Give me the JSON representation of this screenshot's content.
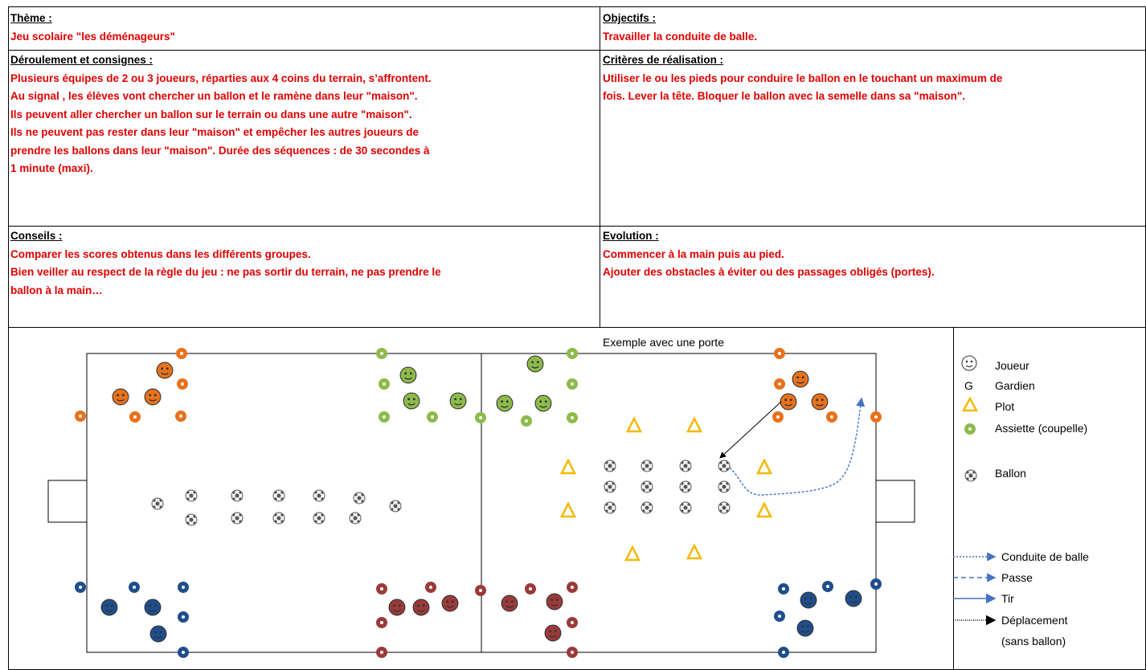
{
  "theme": {
    "heading": "Thème :",
    "text": "Jeu scolaire \"les déménageurs\""
  },
  "objectifs": {
    "heading": "Objectifs :",
    "text": "Travailler la conduite de balle."
  },
  "deroulement": {
    "heading": "Déroulement et consignes :",
    "lines": [
      "Plusieurs équipes de 2 ou 3 joueurs, réparties aux 4 coins du terrain, s’affrontent.",
      "Au signal , les élèves vont chercher un ballon et le ramène dans leur \"maison\".",
      "Ils peuvent aller chercher un ballon sur le terrain ou dans une autre \"maison\".",
      "Ils ne peuvent pas rester dans leur \"maison\" et empêcher les autres joueurs de",
      "prendre les ballons dans leur \"maison\". Durée des séquences : de 30 secondes à",
      "1 minute (maxi)."
    ]
  },
  "criteres": {
    "heading": "Critères de réalisation :",
    "lines": [
      "Utiliser le ou les pieds pour conduire le ballon en le touchant un maximum de",
      "fois. Lever la tête. Bloquer le ballon avec la semelle dans sa \"maison\"."
    ]
  },
  "conseils": {
    "heading": "Conseils :",
    "lines": [
      "Comparer les scores obtenus dans les différents groupes.",
      "Bien veiller au respect de la règle du jeu : ne pas sortir du terrain, ne pas prendre le",
      "ballon à la main…"
    ]
  },
  "evolution": {
    "heading": "Evolution :",
    "lines": [
      "Commencer à la main puis au pied.",
      "Ajouter des obstacles à éviter ou des passages obligés (portes)."
    ]
  },
  "diagram": {
    "caption": "Exemple avec une porte"
  },
  "legend": {
    "joueur": "Joueur",
    "gardien_symbol": "G",
    "gardien": "Gardien",
    "plot": "Plot",
    "assiette": "Assiette (coupelle)",
    "ballon": "Ballon",
    "conduite": "Conduite de balle",
    "passe": "Passe",
    "tir": "Tir",
    "deplacement": "Déplacement",
    "deplacement_sub": "(sans ballon)"
  },
  "colors": {
    "red_text": "#e00000",
    "orange": "#e8721c",
    "green": "#8dbb4a",
    "blue": "#1f4e8c",
    "maroon": "#9b3a3a",
    "plot": "#f5b800",
    "arrow": "#4472c4"
  }
}
